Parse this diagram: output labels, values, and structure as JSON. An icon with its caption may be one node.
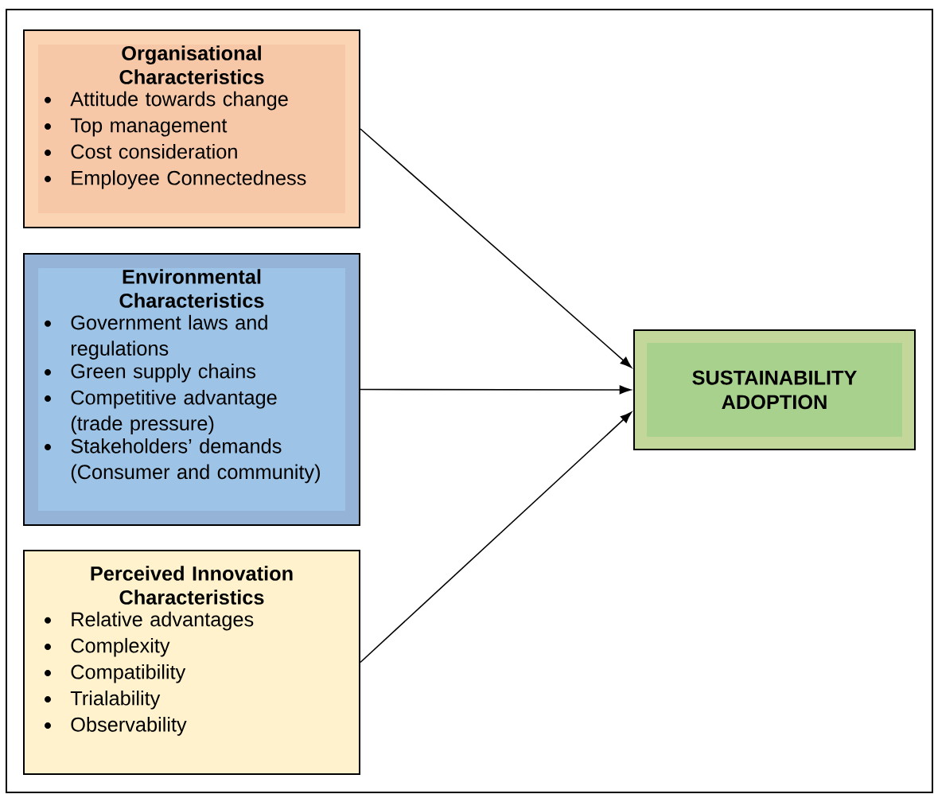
{
  "diagram": {
    "nodes": [
      {
        "text": [
          "Organisational Characteristics",
          "Attitude towards change",
          "Top management",
          "Cost consideration",
          "Employee Connectedness"
        ]
      },
      {
        "text": [
          "Environmental Characteristics",
          "Government laws and regulations",
          "Green supply chains",
          "Competitive advantage (trade pressure)",
          "Stakeholders’ demands (Consumer and community)"
        ]
      },
      {
        "text": [
          "Perceived Innovation Characteristics",
          "Relative advantages",
          "Complexity",
          "Compatibility",
          "Trialability",
          "Observability"
        ]
      },
      {
        "text": [
          "SUSTAINABILITY ADOPTION"
        ]
      }
    ],
    "edges": [
      {
        "from": 0,
        "to": 3,
        "arrow": "to"
      },
      {
        "from": 1,
        "to": 3,
        "arrow": "to"
      },
      {
        "from": 2,
        "to": 3,
        "arrow": "to"
      }
    ]
  }
}
